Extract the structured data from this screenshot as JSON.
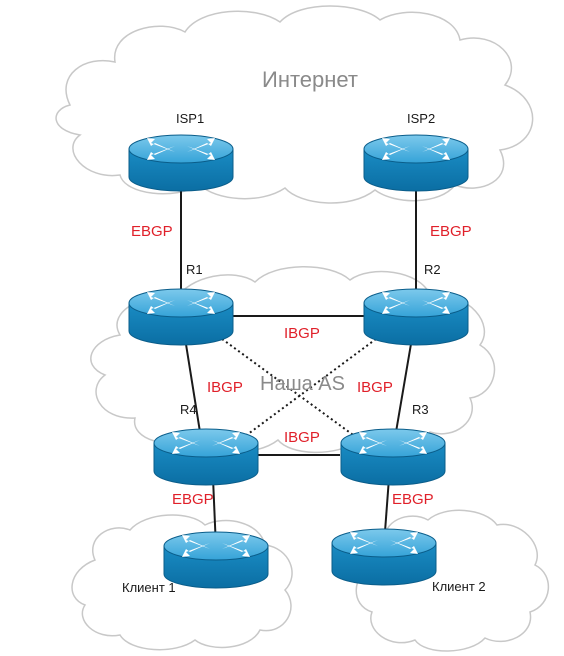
{
  "clouds": {
    "internet_label": "Интернет",
    "as_label": "Наша AS"
  },
  "routers": {
    "isp1": "ISP1",
    "isp2": "ISP2",
    "r1": "R1",
    "r2": "R2",
    "r3": "R3",
    "r4": "R4",
    "client1": "Клиент 1",
    "client2": "Клиент 2"
  },
  "links": {
    "isp1_r1": "EBGP",
    "isp2_r2": "EBGP",
    "r1_r2": "IBGP",
    "r1_r4": "IBGP",
    "r2_r3": "IBGP",
    "r4_r3": "IBGP",
    "r4_client1": "EBGP",
    "r3_client2": "EBGP"
  },
  "colors": {
    "router_body": "#1c8fc6",
    "router_top": "#55b5e2",
    "link_label": "#e0202a",
    "cloud_stroke": "#c4c4c4"
  }
}
